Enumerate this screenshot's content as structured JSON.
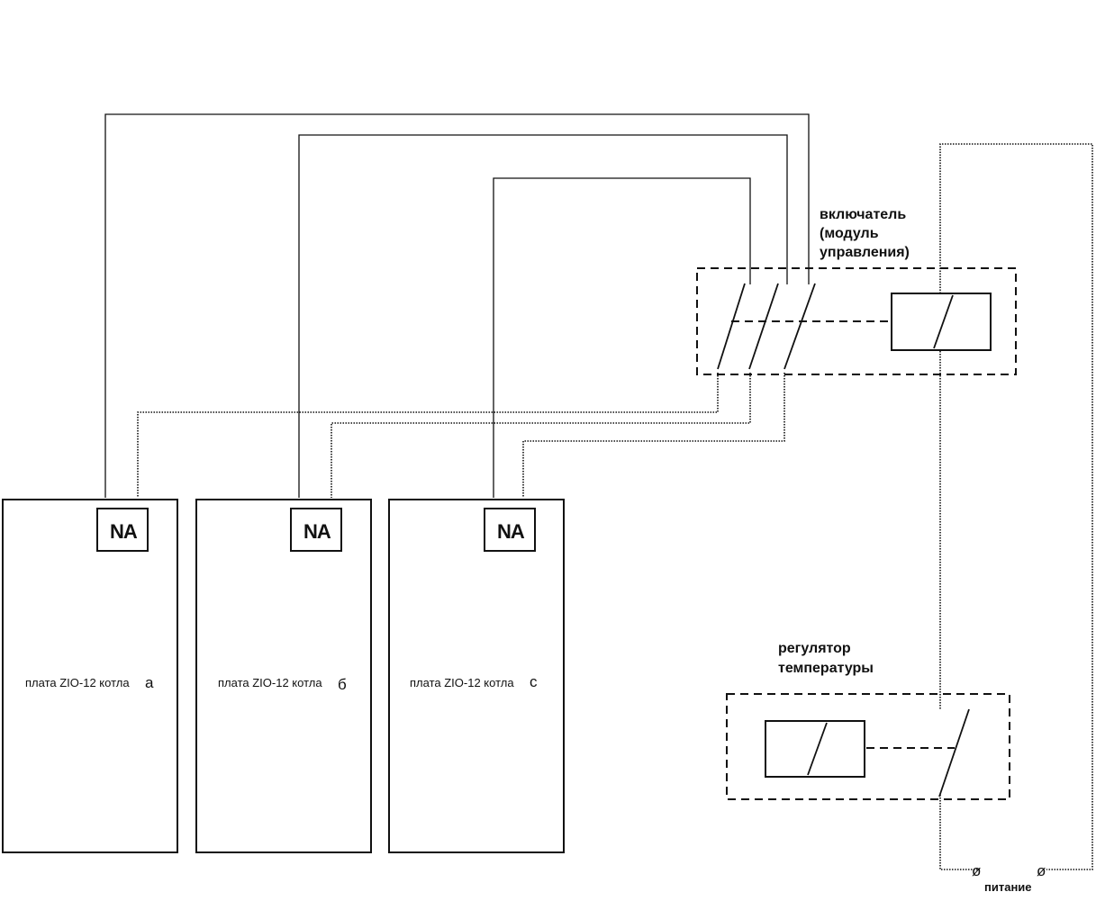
{
  "boilers": [
    {
      "label": "плата ZIO-12 котла",
      "letter": "а",
      "terminal": "NA"
    },
    {
      "label": "плата ZIO-12 котла",
      "letter": "б",
      "terminal": "NA"
    },
    {
      "label": "плата ZIO-12 котла",
      "letter": "с",
      "terminal": "NA"
    }
  ],
  "switch_module": {
    "line1": "включатель",
    "line2": "(модуль",
    "line3": "управления)"
  },
  "regulator": {
    "line1": "регулятор",
    "line2": "температуры"
  },
  "power": {
    "label": "питание",
    "terminal_symbol": "ø"
  }
}
